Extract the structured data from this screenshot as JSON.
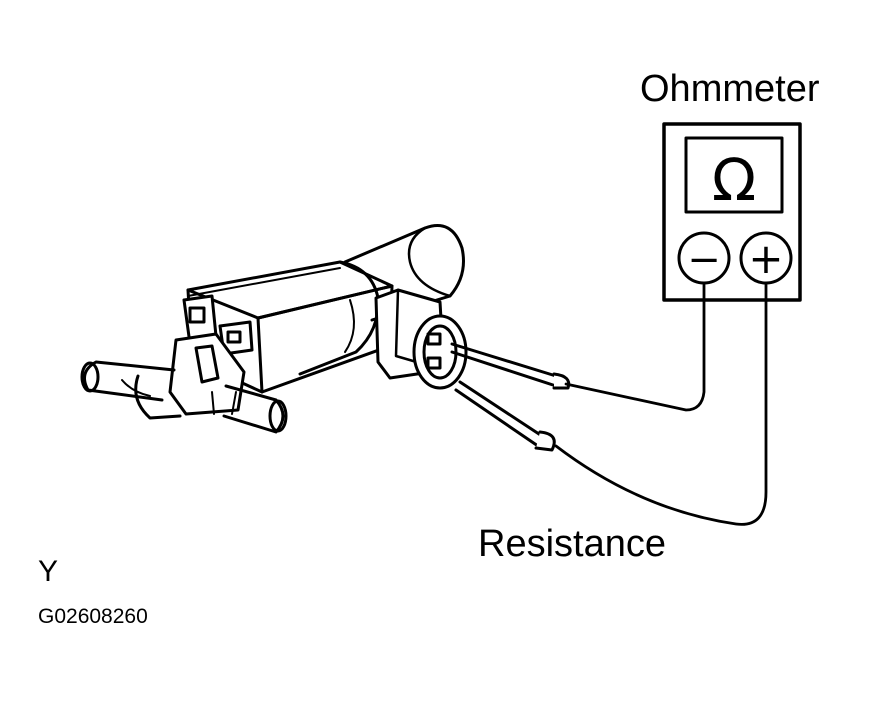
{
  "labels": {
    "ohmmeter": "Ohmmeter",
    "resistance": "Resistance",
    "view": "Y",
    "figure_code": "G02608260"
  },
  "meter": {
    "display_symbol": "Ω",
    "negative_symbol": "−",
    "positive_symbol": "+"
  },
  "icons": [
    "ohmmeter-icon",
    "vsv-solenoid-icon",
    "test-probe-icon"
  ],
  "colors": {
    "line": "#000000",
    "background": "#ffffff"
  }
}
